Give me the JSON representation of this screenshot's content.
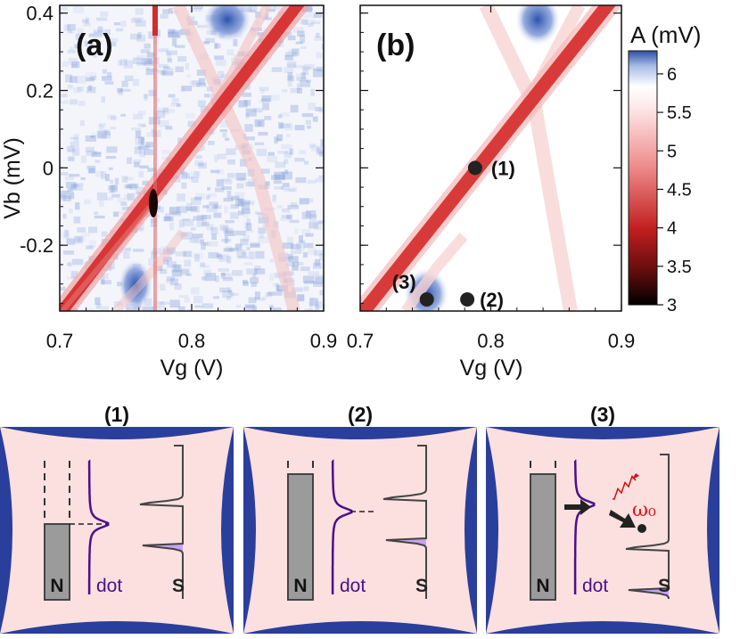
{
  "figure": {
    "panel_a_label": "(a)",
    "panel_b_label": "(b)",
    "x_axis_label": "Vg (V)",
    "y_axis_label": "Vb (mV)",
    "x_ticks": [
      "0.7",
      "0.8",
      "0.9"
    ],
    "y_ticks": [
      "0.4",
      "0.2",
      "0",
      "-0.2"
    ],
    "colorbar_title": "A (mV)",
    "colorbar_ticks": [
      "6",
      "5.5",
      "5",
      "4.5",
      "4",
      "3.5",
      "3"
    ],
    "point_labels": [
      "(1)",
      "(2)",
      "(3)"
    ]
  },
  "schematics": [
    {
      "title": "(1)",
      "N_label": "N",
      "dot_label": "dot",
      "S_label": "S"
    },
    {
      "title": "(2)",
      "N_label": "N",
      "dot_label": "dot",
      "S_label": "S"
    },
    {
      "title": "(3)",
      "N_label": "N",
      "dot_label": "dot",
      "S_label": "S",
      "omega_label": "ω₀"
    }
  ],
  "colors": {
    "map_low": "#000000",
    "map_mid": "#d94040",
    "map_white": "#ffffff",
    "map_high": "#3355aa",
    "schematic_bg": "#fbe0df",
    "schematic_frame": "#2a3e9c",
    "dot_curve": "#4b0f8c",
    "superconductor_fill": "#c9a2f2",
    "omega_color": "#d11111"
  },
  "chart_data": [
    {
      "type": "heatmap",
      "panel": "(a)",
      "xlabel": "Vg (V)",
      "ylabel": "Vb (mV)",
      "xlim": [
        0.7,
        0.9
      ],
      "ylim": [
        -0.37,
        0.42
      ],
      "colorbar_range_mV": [
        3,
        6.3
      ],
      "features": "diagonal resonance line from (0.70,-0.37) to (0.87,0.42); weaker lines of opposite slope; vertical resonance at Vg≈0.77"
    },
    {
      "type": "heatmap",
      "panel": "(b)",
      "xlabel": "Vg (V)",
      "ylabel": "",
      "xlim": [
        0.7,
        0.9
      ],
      "ylim": [
        -0.37,
        0.42
      ],
      "colorbar_range_mV": [
        3,
        6.3
      ],
      "points": [
        {
          "label": "(1)",
          "x": 0.788,
          "y": 0.0
        },
        {
          "label": "(2)",
          "x": 0.782,
          "y": -0.34
        },
        {
          "label": "(3)",
          "x": 0.751,
          "y": -0.34
        }
      ]
    }
  ]
}
